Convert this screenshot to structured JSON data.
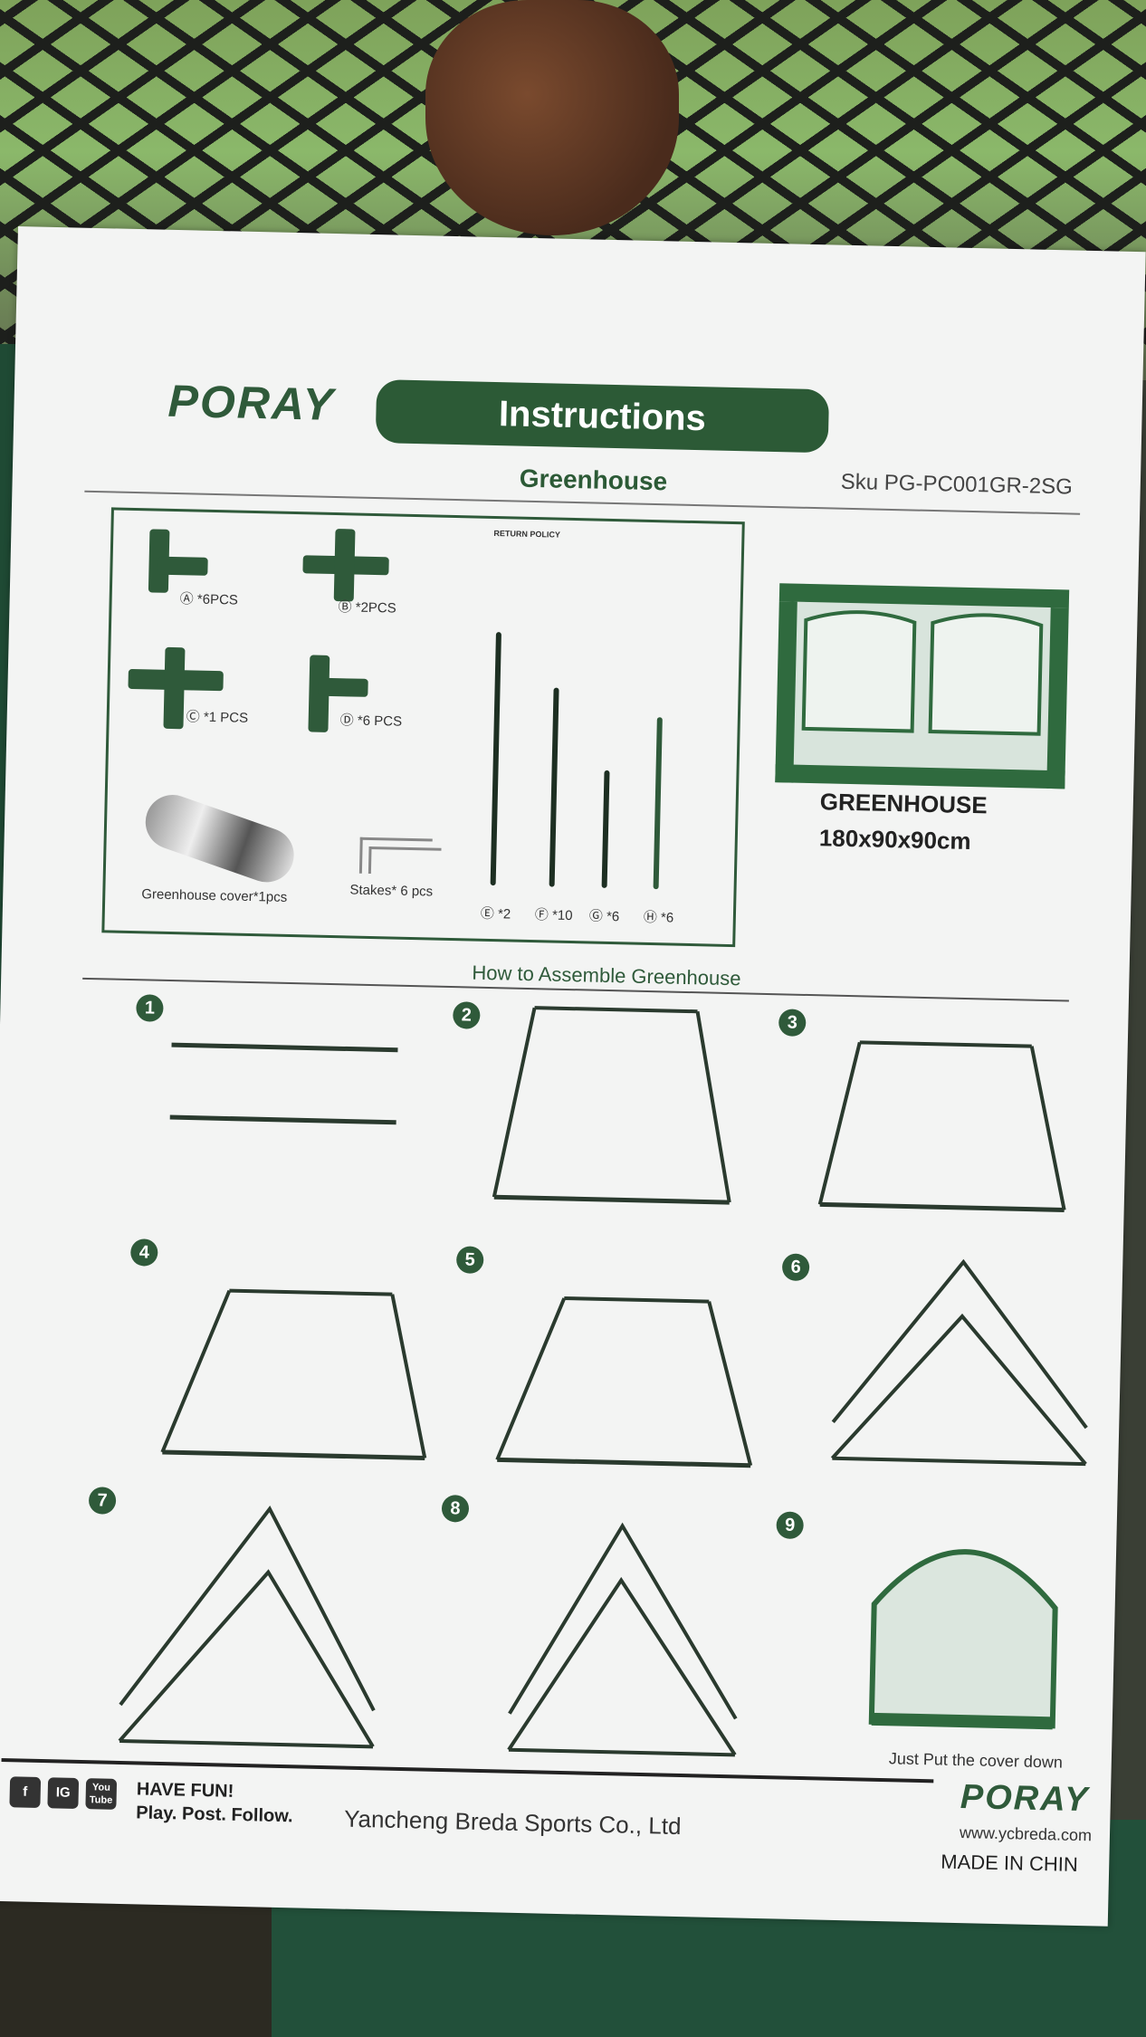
{
  "header": {
    "logo": "PORAY",
    "title": "Instructions",
    "product": "Greenhouse",
    "sku": "Sku PG-PC001GR-2SG"
  },
  "parts": {
    "fittings": [
      {
        "letter": "A",
        "label": "*6PCS"
      },
      {
        "letter": "B",
        "label": "*2PCS"
      },
      {
        "letter": "C",
        "label": "*1 PCS"
      },
      {
        "letter": "D",
        "label": "*6 PCS"
      }
    ],
    "cover_label": "Greenhouse cover*1pcs",
    "stakes_label": "Stakes* 6 pcs",
    "poles": [
      {
        "letter": "E",
        "label": "*2"
      },
      {
        "letter": "F",
        "label": "*10"
      },
      {
        "letter": "G",
        "label": "*6"
      },
      {
        "letter": "H",
        "label": "*6"
      }
    ],
    "return_policy_heading": "RETURN POLICY"
  },
  "product_photo": {
    "name": "GREENHOUSE",
    "size": "180x90x90cm"
  },
  "assembly": {
    "title": "How to Assemble Greenhouse",
    "steps": [
      "1",
      "2",
      "3",
      "4",
      "5",
      "6",
      "7",
      "8",
      "9"
    ],
    "step9_caption": "Just Put the cover down"
  },
  "footer": {
    "social": [
      "f",
      "IG",
      "You Tube"
    ],
    "have_fun": "HAVE FUN!",
    "play": "Play. Post. Follow.",
    "company": "Yancheng Breda Sports Co., Ltd",
    "logo": "PORAY",
    "website": "www.ycbreda.com",
    "made_in": "MADE IN CHIN"
  },
  "colors": {
    "brand_green": "#2c5a36",
    "paper": "#f3f4f3"
  }
}
